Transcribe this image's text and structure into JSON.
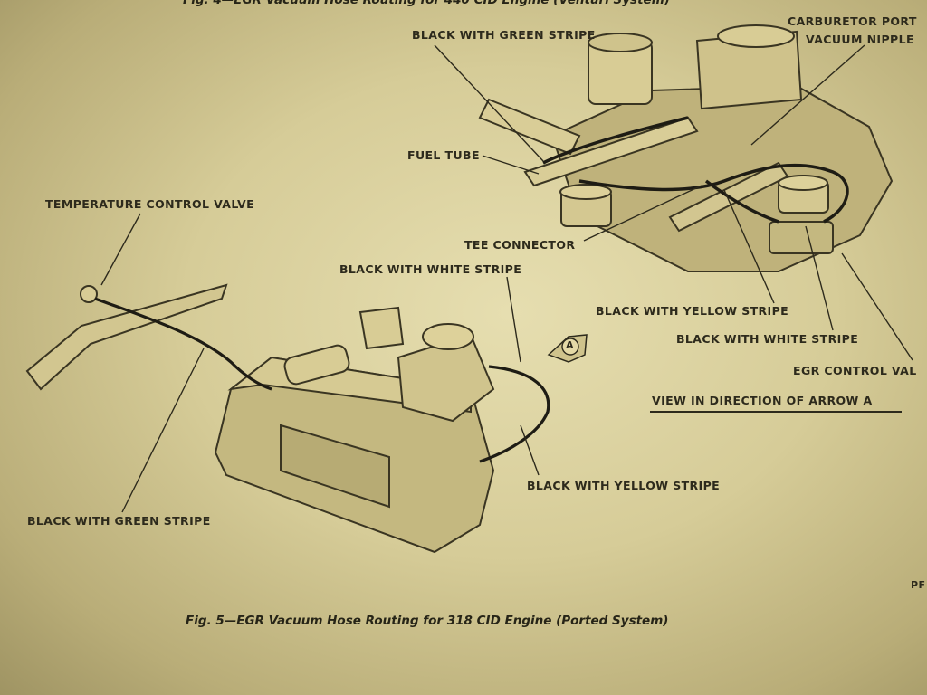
{
  "captions": {
    "fig4": "Fig. 4—EGR Vacuum Hose Routing for 440 CID Engine (Venturi System)",
    "fig5": "Fig. 5—EGR Vacuum Hose Routing for 318 CID Engine (Ported System)"
  },
  "labels": {
    "black_green_top": "BLACK WITH GREEN STRIPE",
    "carb_port_1": "CARBURETOR PORT",
    "carb_port_2": "VACUUM NIPPLE",
    "fuel_tube": "FUEL TUBE",
    "temp_valve": "TEMPERATURE CONTROL VALVE",
    "tee_connector": "TEE CONNECTOR",
    "black_white_left": "BLACK WITH WHITE STRIPE",
    "black_yellow_top": "BLACK WITH YELLOW STRIPE",
    "black_white_right": "BLACK WITH WHITE STRIPE",
    "egr_control_valve": "EGR CONTROL VAL",
    "view_arrow": "VIEW IN DIRECTION OF ARROW A",
    "black_yellow_bottom": "BLACK WITH YELLOW STRIPE",
    "black_green_bottom": "BLACK WITH GREEN STRIPE",
    "arrow_letter": "A",
    "page_code": "PF"
  },
  "colors": {
    "paper": "#ddd3a3",
    "ink": "#2d2a1c",
    "hose": "#1e1c14"
  }
}
